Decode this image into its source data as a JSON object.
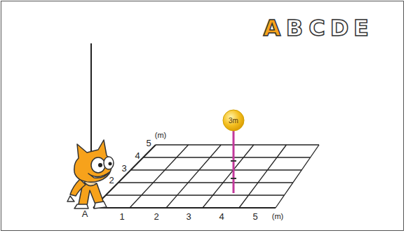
{
  "diagram": {
    "nodes": [
      {
        "text": [
          "3m"
        ]
      }
    ],
    "labels": [
      "A",
      "B",
      "C",
      "D",
      "E",
      "A",
      "1",
      "2",
      "3",
      "4",
      "5",
      "(m)",
      "2",
      "3",
      "4",
      "5",
      "(m)"
    ]
  }
}
